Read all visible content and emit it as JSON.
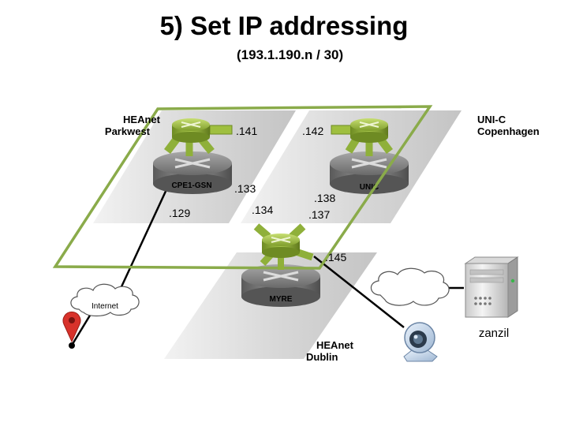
{
  "slide": {
    "title": "5) Set IP addressing",
    "subtitle": "(193.1.190.n / 30)"
  },
  "sites": {
    "parkwest": [
      "HEAnet",
      "Parkwest"
    ],
    "copenhagen": [
      "UNI-C",
      "Copenhagen"
    ],
    "dublin": [
      "HEAnet",
      "Dublin"
    ]
  },
  "routers": {
    "cpe": "CPE1-GSN",
    "unic": "UNIC",
    "myre": "MYRE"
  },
  "addresses": {
    "a141": ".141",
    "a142": ".142",
    "a133": ".133",
    "a129": ".129",
    "a134": ".134",
    "a138": ".138",
    "a137": ".137",
    "a145": ".145"
  },
  "cloud": {
    "internet": "Internet"
  },
  "server": {
    "label": "zanzil"
  },
  "colors": {
    "region_border": "#8aab4a",
    "router_green": "#9fbf3f",
    "router_gray": "#6e6e6e",
    "pin_red": "#d8322b",
    "link": "#000000"
  }
}
